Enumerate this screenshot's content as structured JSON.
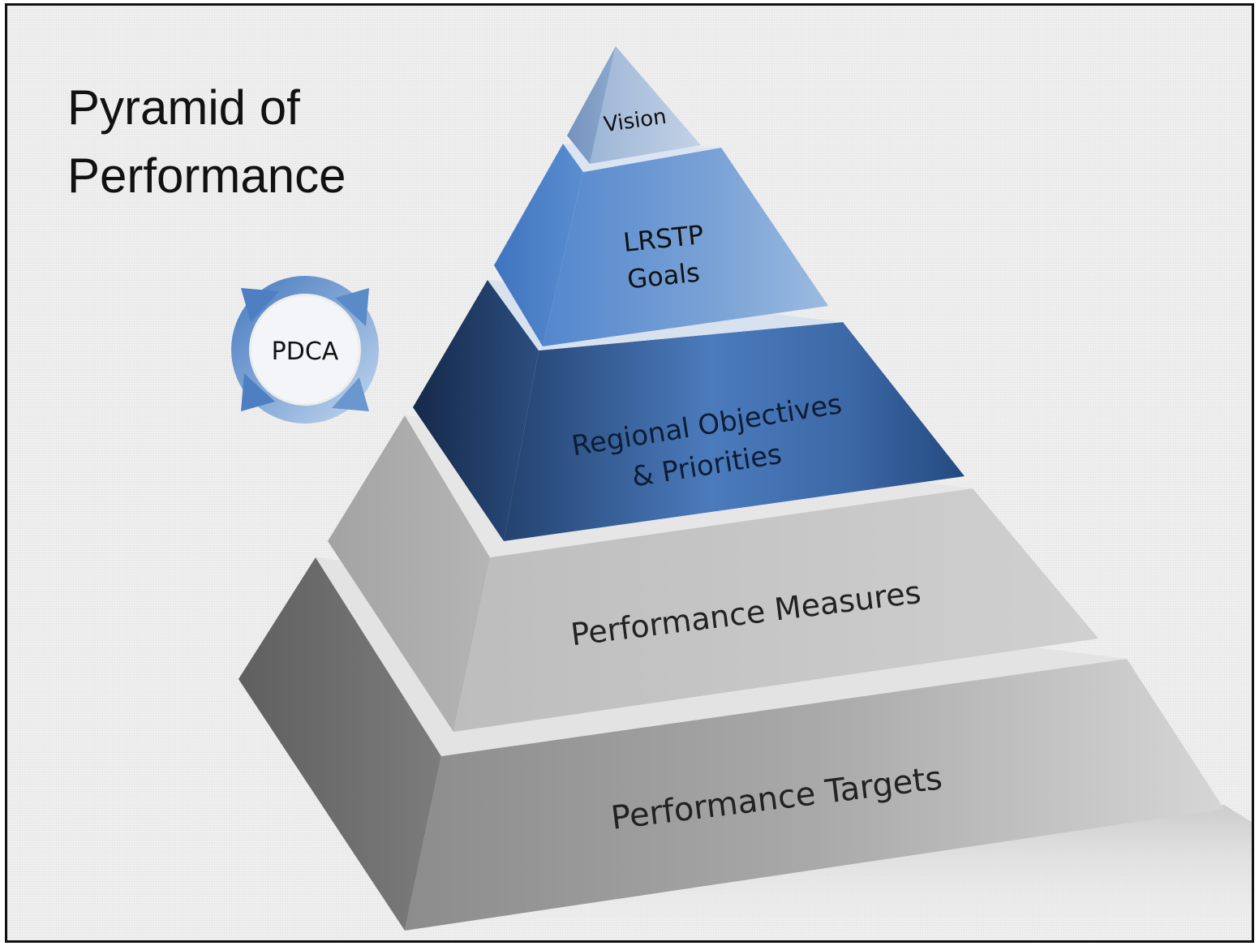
{
  "title": {
    "line1": "Pyramid of",
    "line2": "Performance"
  },
  "cycle": {
    "label": "PDCA",
    "icon": "circular-arrows-icon"
  },
  "pyramid": {
    "vision": "Vision",
    "goals_line1": "LRSTP",
    "goals_line2": "Goals",
    "objectives_line1": "Regional Objectives",
    "objectives_line2": "& Priorities",
    "measures": "Performance Measures",
    "targets": "Performance Targets"
  },
  "colors": {
    "background": "#f0f0f0",
    "blue_light": "#8fb0d8",
    "blue_mid": "#5b8fd0",
    "blue_dark": "#2a4f85",
    "gray_light": "#c9c9c9",
    "gray_dark": "#8a8a8a"
  }
}
